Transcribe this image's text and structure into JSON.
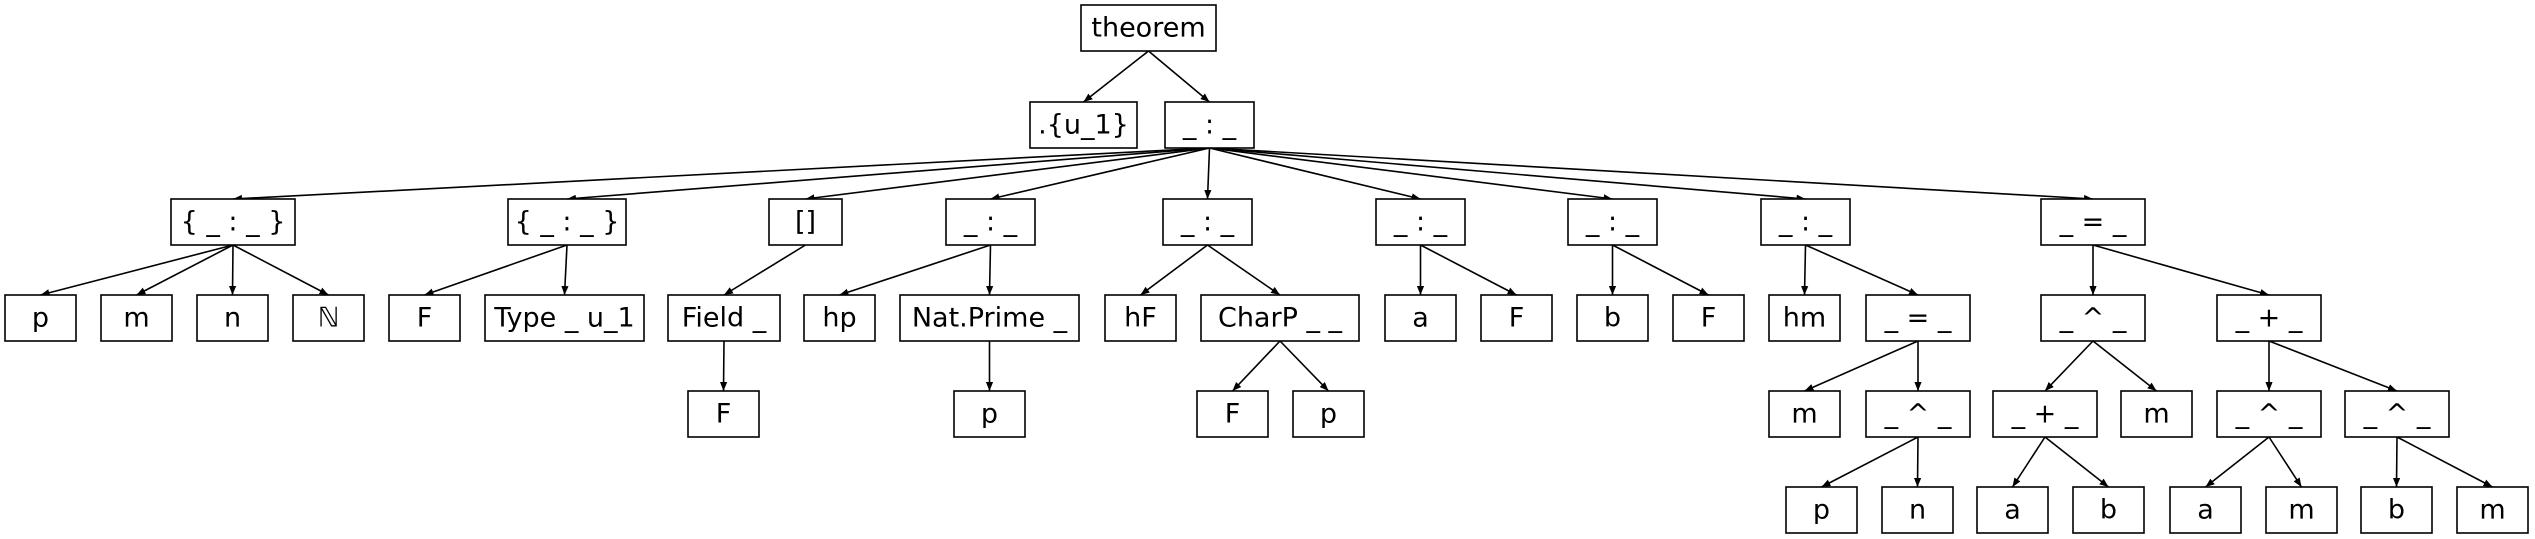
{
  "nodes": [
    {
      "id": "n0",
      "label": "theorem"
    },
    {
      "id": "n1",
      "label": ".{u_1}"
    },
    {
      "id": "n2",
      "label": "_ : _"
    },
    {
      "id": "n3",
      "label": "{ _ : _ }"
    },
    {
      "id": "n4",
      "label": "{ _ : _ }"
    },
    {
      "id": "n5",
      "label": "[]"
    },
    {
      "id": "n6",
      "label": "_ : _"
    },
    {
      "id": "n7",
      "label": "_ : _"
    },
    {
      "id": "n8",
      "label": "_ : _"
    },
    {
      "id": "n9",
      "label": "_ : _"
    },
    {
      "id": "n10",
      "label": "_ : _"
    },
    {
      "id": "n11",
      "label": "_ = _"
    },
    {
      "id": "n12",
      "label": "p"
    },
    {
      "id": "n13",
      "label": "m"
    },
    {
      "id": "n14",
      "label": "n"
    },
    {
      "id": "n15",
      "label": "ℕ"
    },
    {
      "id": "n16",
      "label": "F"
    },
    {
      "id": "n17",
      "label": "Type _ u_1"
    },
    {
      "id": "n18",
      "label": "Field _"
    },
    {
      "id": "n19",
      "label": "hp"
    },
    {
      "id": "n20",
      "label": "Nat.Prime _"
    },
    {
      "id": "n21",
      "label": "hF"
    },
    {
      "id": "n22",
      "label": "CharP _ _"
    },
    {
      "id": "n23",
      "label": "a"
    },
    {
      "id": "n24",
      "label": "F"
    },
    {
      "id": "n25",
      "label": "b"
    },
    {
      "id": "n26",
      "label": "F"
    },
    {
      "id": "n27",
      "label": "hm"
    },
    {
      "id": "n28",
      "label": "_ = _"
    },
    {
      "id": "n29",
      "label": "_ ^ _"
    },
    {
      "id": "n30",
      "label": "_ + _"
    },
    {
      "id": "n31",
      "label": "F"
    },
    {
      "id": "n32",
      "label": "p"
    },
    {
      "id": "n33",
      "label": "F"
    },
    {
      "id": "n34",
      "label": "p"
    },
    {
      "id": "n35",
      "label": "m"
    },
    {
      "id": "n36",
      "label": "_ ^ _"
    },
    {
      "id": "n37",
      "label": "_ + _"
    },
    {
      "id": "n38",
      "label": "m"
    },
    {
      "id": "n39",
      "label": "_ ^ _"
    },
    {
      "id": "n40",
      "label": "_ ^ _"
    },
    {
      "id": "n41",
      "label": "p"
    },
    {
      "id": "n42",
      "label": "n"
    },
    {
      "id": "n43",
      "label": "a"
    },
    {
      "id": "n44",
      "label": "b"
    },
    {
      "id": "n45",
      "label": "a"
    },
    {
      "id": "n46",
      "label": "m"
    },
    {
      "id": "n47",
      "label": "b"
    },
    {
      "id": "n48",
      "label": "m"
    }
  ],
  "edges": [
    [
      "n0",
      "n1"
    ],
    [
      "n0",
      "n2"
    ],
    [
      "n2",
      "n3"
    ],
    [
      "n2",
      "n4"
    ],
    [
      "n2",
      "n5"
    ],
    [
      "n2",
      "n6"
    ],
    [
      "n2",
      "n7"
    ],
    [
      "n2",
      "n8"
    ],
    [
      "n2",
      "n9"
    ],
    [
      "n2",
      "n10"
    ],
    [
      "n2",
      "n11"
    ],
    [
      "n3",
      "n12"
    ],
    [
      "n3",
      "n13"
    ],
    [
      "n3",
      "n14"
    ],
    [
      "n3",
      "n15"
    ],
    [
      "n4",
      "n16"
    ],
    [
      "n4",
      "n17"
    ],
    [
      "n5",
      "n18"
    ],
    [
      "n6",
      "n19"
    ],
    [
      "n6",
      "n20"
    ],
    [
      "n7",
      "n21"
    ],
    [
      "n7",
      "n22"
    ],
    [
      "n8",
      "n23"
    ],
    [
      "n8",
      "n24"
    ],
    [
      "n9",
      "n25"
    ],
    [
      "n9",
      "n26"
    ],
    [
      "n10",
      "n27"
    ],
    [
      "n10",
      "n28"
    ],
    [
      "n11",
      "n29"
    ],
    [
      "n11",
      "n30"
    ],
    [
      "n18",
      "n31"
    ],
    [
      "n20",
      "n32"
    ],
    [
      "n22",
      "n33"
    ],
    [
      "n22",
      "n34"
    ],
    [
      "n28",
      "n35"
    ],
    [
      "n28",
      "n36"
    ],
    [
      "n29",
      "n37"
    ],
    [
      "n29",
      "n38"
    ],
    [
      "n30",
      "n39"
    ],
    [
      "n30",
      "n40"
    ],
    [
      "n36",
      "n41"
    ],
    [
      "n36",
      "n42"
    ],
    [
      "n37",
      "n43"
    ],
    [
      "n37",
      "n44"
    ],
    [
      "n39",
      "n45"
    ],
    [
      "n39",
      "n46"
    ],
    [
      "n40",
      "n47"
    ],
    [
      "n40",
      "n48"
    ]
  ]
}
